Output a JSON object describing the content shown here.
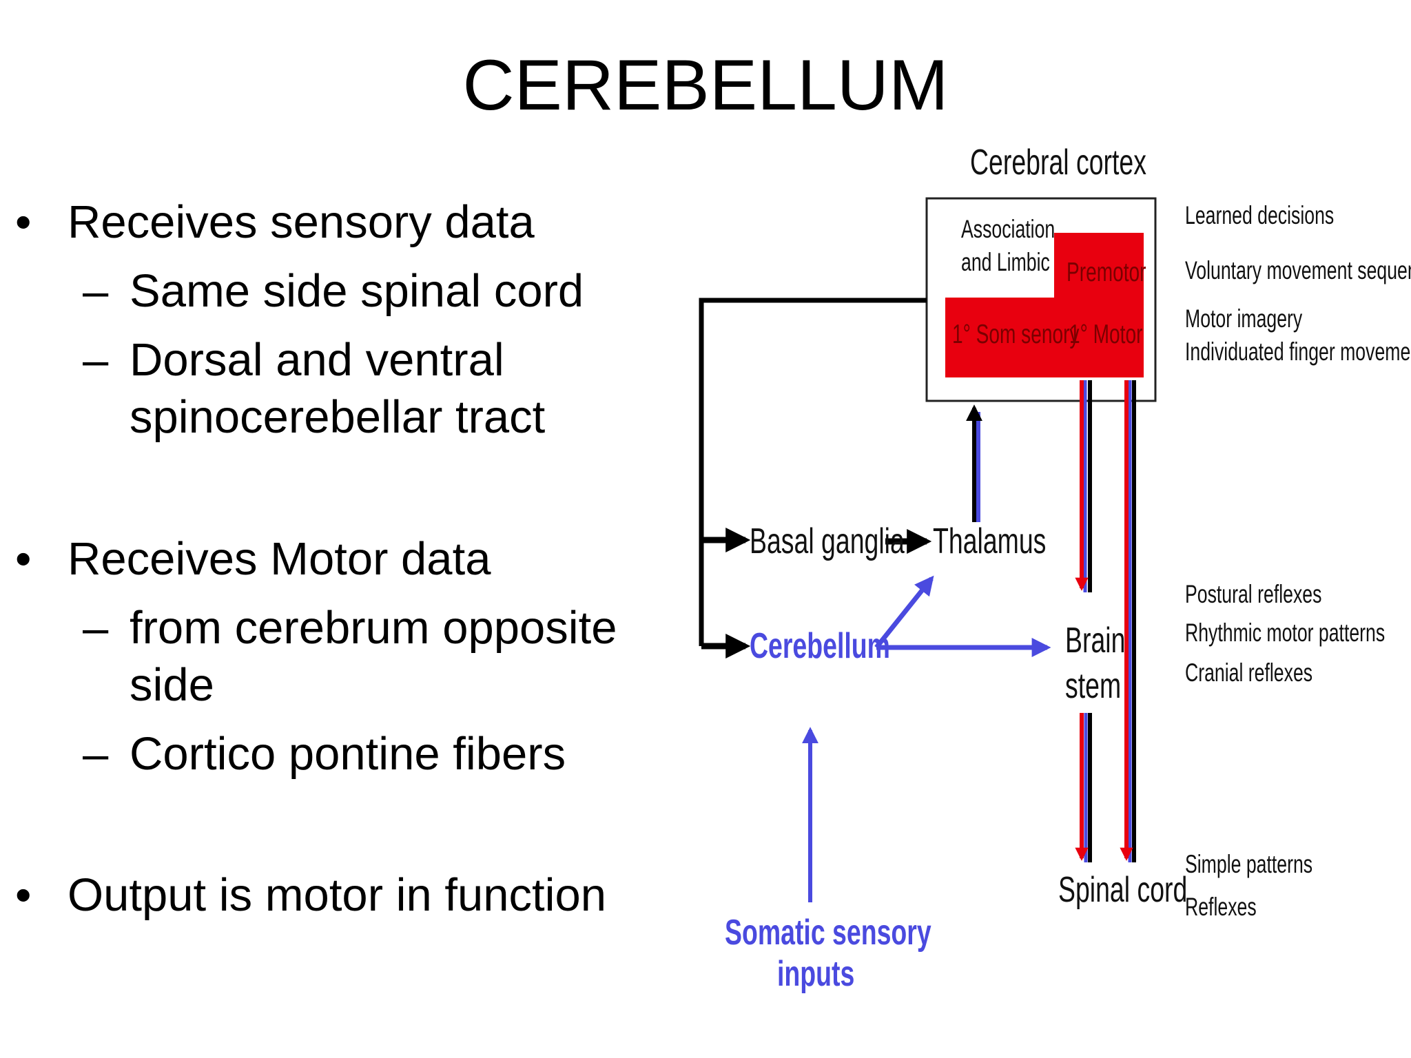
{
  "title": "CEREBELLUM",
  "bullets": [
    {
      "text": "Receives sensory data",
      "subitems": [
        "Same side spinal cord",
        "Dorsal and ventral",
        "spinocerebellar tract"
      ]
    },
    {
      "text": "Receives Motor data",
      "subitems": [
        "from cerebrum opposite",
        "side",
        "Cortico pontine fibers"
      ]
    },
    {
      "text": "Output is motor in function",
      "subitems": []
    }
  ],
  "diagram": {
    "cortex_title": "Cerebral cortex",
    "association_limbic": [
      "Association",
      "and Limbic"
    ],
    "premotor": "Premotor",
    "som_sensory": "1° Som senory",
    "motor": "1° Motor",
    "basal_ganglia": "Basal ganglia",
    "thalamus": "Thalamus",
    "cerebellum": "Cerebellum",
    "brain_stem": [
      "Brain",
      "stem"
    ],
    "spinal_cord": "Spinal cord",
    "somatic_sensory": [
      "Somatic sensory",
      "inputs"
    ],
    "cortex_functions": [
      "Learned decisions",
      "Voluntary movement sequences",
      "Motor imagery",
      "Individuated finger movements"
    ],
    "brainstem_functions": [
      "Postural reflexes",
      "Rhythmic motor patterns",
      "Cranial reflexes"
    ],
    "spinal_functions": [
      "Simple patterns",
      "Reflexes"
    ],
    "colors": {
      "red": "#e8000f",
      "blue": "#4a4adf",
      "black": "#000000"
    }
  }
}
